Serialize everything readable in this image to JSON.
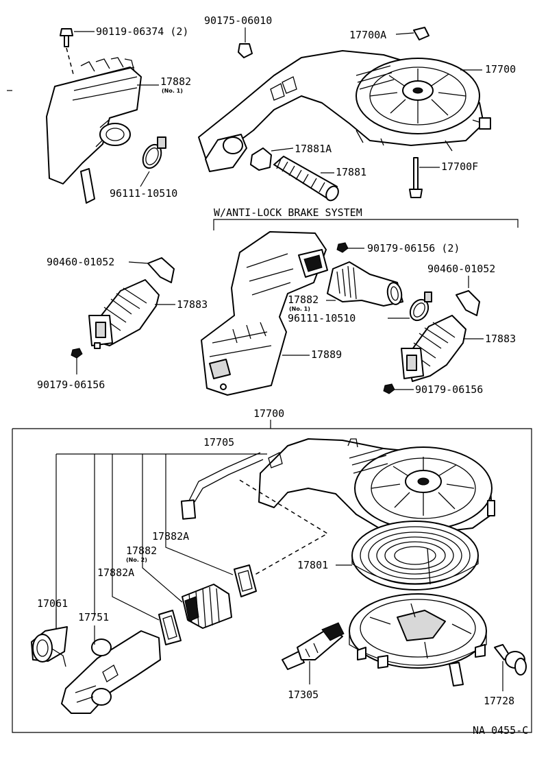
{
  "labels": {
    "bolt_90119": "90119-06374 (2)",
    "clip_90175": "90175-06010",
    "clamp_17700A": "17700A",
    "cleaner_17700_top": "17700",
    "hose_17882_top": "17882",
    "hose_17882_top_sub": "(No. 1)",
    "clamp_96111_top": "96111-10510",
    "clamp_17881A": "17881A",
    "hose_17881": "17881",
    "bolt_17700F": "17700F",
    "abs_header": "W/ANTI-LOCK BRAKE SYSTEM",
    "nut_90179_pair": "90179-06156 (2)",
    "clip_90460_left": "90460-01052",
    "clip_90460_right": "90460-01052",
    "hose_17883_left": "17883",
    "hose_17883_right": "17883",
    "hose_17882_abs": "17882",
    "hose_17882_abs_sub": "(No. 1)",
    "clamp_96111_abs": "96111-10510",
    "resonator_17889": "17889",
    "nut_90179_left": "90179-06156",
    "nut_90179_right": "90179-06156",
    "assy_17700": "17700",
    "case_17705": "17705",
    "gasket_17882A_upper": "17882A",
    "hose_17882_no2": "17882",
    "hose_17882_no2_sub": "(No. 2)",
    "gasket_17882A_lower": "17882A",
    "element_17801": "17801",
    "valve_17061": "17061",
    "duct_17751": "17751",
    "sensor_17305": "17305",
    "valve_17728": "17728",
    "diagram_code": "NA 0455-C"
  }
}
